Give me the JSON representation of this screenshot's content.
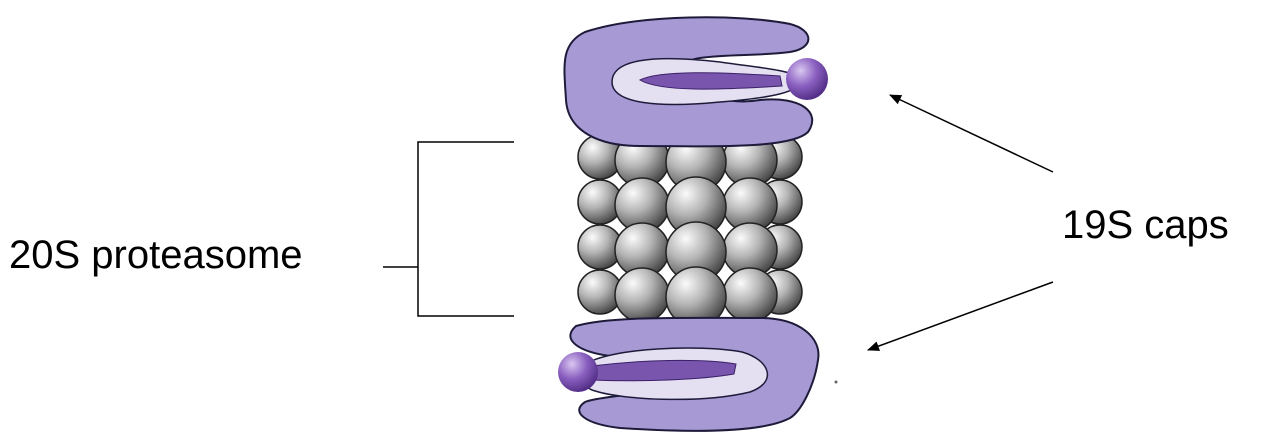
{
  "labels": {
    "proteasome": "20S proteasome",
    "caps": "19S caps"
  },
  "colors": {
    "cap_fill": "#a79ad4",
    "cap_stroke": "#1e1b3a",
    "cap_inner": "#e4e0f2",
    "handle": "#7a55ae",
    "handle_knob": "#6a3fa0",
    "sphere_light": "#fbfbfb",
    "sphere_dark": "#3f3f3f",
    "line": "#000000"
  },
  "icons": {
    "proteasome_core": "stacked-gray-spheres",
    "cap": "purple-lid-with-handle"
  }
}
